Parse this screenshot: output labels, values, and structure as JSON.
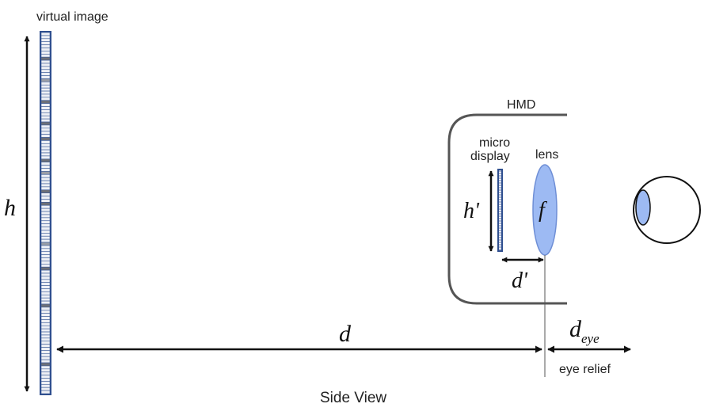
{
  "labels": {
    "virtual_image": "virtual image",
    "hmd": "HMD",
    "micro_display_1": "micro",
    "micro_display_2": "display",
    "lens": "lens",
    "eye_relief": "eye relief",
    "side_view": "Side View"
  },
  "symbols": {
    "h": "h",
    "h_prime": "h'",
    "f": "f",
    "d": "d",
    "d_prime": "d'",
    "d_eye": "d",
    "d_eye_sub": "eye"
  },
  "pixel_pattern": [
    "l",
    "l",
    "l",
    "l",
    "l",
    "l",
    "l",
    "l",
    "d",
    "l",
    "l",
    "l",
    "l",
    "l",
    "l",
    "m",
    "l",
    "l",
    "l",
    "l",
    "l",
    "l",
    "d",
    "l",
    "l",
    "l",
    "l",
    "l",
    "l",
    "d",
    "l",
    "l",
    "l",
    "l",
    "d",
    "l",
    "l",
    "l",
    "l",
    "l",
    "l",
    "d",
    "l",
    "l",
    "l",
    "m",
    "l",
    "l",
    "l",
    "l",
    "l",
    "d",
    "l",
    "l",
    "l",
    "d",
    "l",
    "l",
    "l",
    "l",
    "l",
    "l",
    "l",
    "l",
    "l",
    "l",
    "l",
    "l",
    "m",
    "l",
    "l",
    "l",
    "l",
    "l",
    "l",
    "l",
    "d",
    "l",
    "l",
    "l",
    "l",
    "l",
    "l",
    "l",
    "l",
    "l",
    "l",
    "l",
    "d",
    "l",
    "l",
    "l",
    "l",
    "l",
    "l",
    "l",
    "l",
    "l",
    "l",
    "l",
    "l",
    "l",
    "l",
    "l",
    "l",
    "l",
    "l",
    "d",
    "l",
    "l",
    "l",
    "l",
    "l",
    "l",
    "l",
    "l",
    "l"
  ],
  "colors": {
    "outline": "#2f4f8f",
    "pixel_light": "#eef0f5",
    "pixel_mid": "#9a9ea6",
    "pixel_dark": "#6d7078",
    "lens_fill": "#9dbaf3",
    "lens_stroke": "#6f8fd6",
    "housing": "#555555",
    "arrow": "#111111"
  }
}
